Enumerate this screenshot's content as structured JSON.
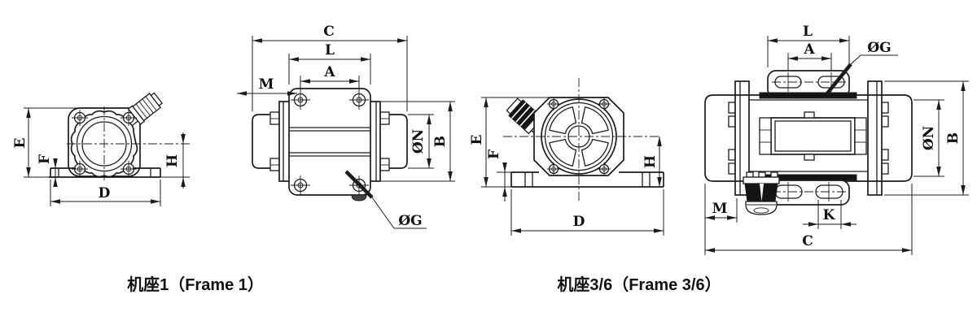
{
  "captions": {
    "frame1": "机座1（Frame 1）",
    "frame36": "机座3/6（Frame 3/6）"
  },
  "views": {
    "frame1_front": {
      "dims": {
        "E": "E",
        "F": "F",
        "D": "D",
        "H": "H"
      }
    },
    "frame1_side": {
      "dims": {
        "C": "C",
        "L": "L",
        "A": "A",
        "M": "M",
        "N": "ØN",
        "B": "B",
        "G": "ØG"
      }
    },
    "frame36_front": {
      "dims": {
        "E": "E",
        "F": "F",
        "D": "D",
        "H": "H"
      }
    },
    "frame36_side": {
      "dims": {
        "L": "L",
        "A": "A",
        "G": "ØG",
        "N": "ØN",
        "B": "B",
        "M": "M",
        "K": "K",
        "C": "C"
      }
    }
  },
  "colors": {
    "line": "#1c1c1c",
    "background": "#ffffff",
    "dark_fill": "#141414"
  }
}
